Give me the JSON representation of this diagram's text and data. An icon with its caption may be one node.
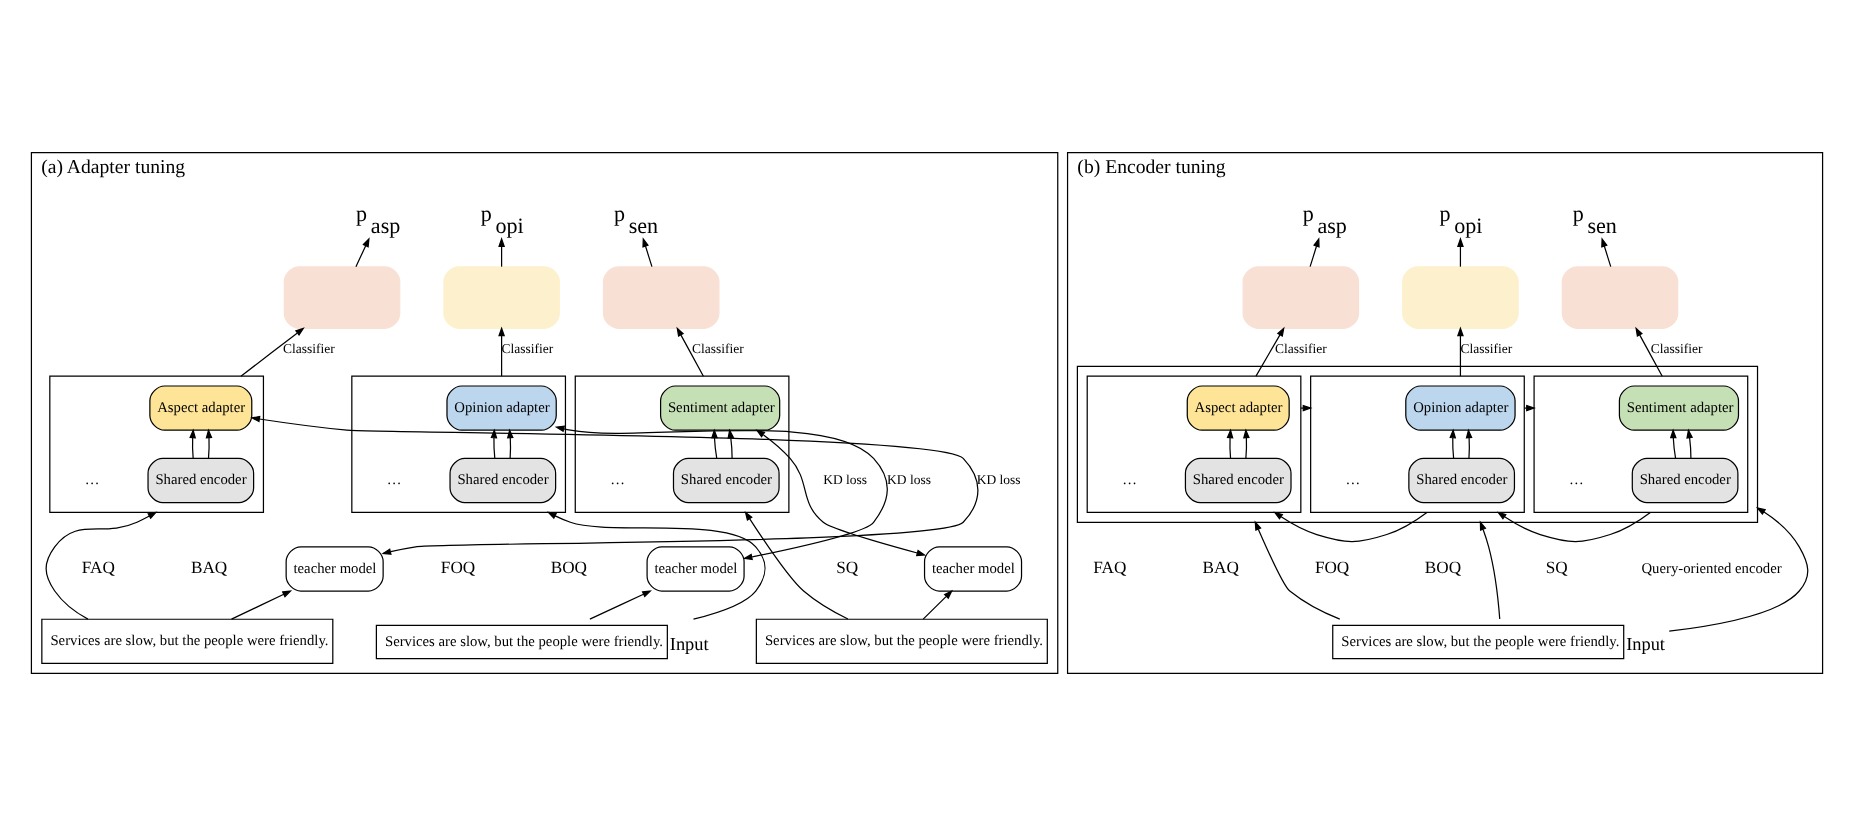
{
  "diagram": {
    "nodes": [
      {
        "text": [
          "(a) Adapter tuning"
        ]
      },
      {
        "text": [
          "p$_{asp}$"
        ],
        "in": 0
      },
      {
        "text": [],
        "shape": "box",
        "in": 0
      },
      {
        "text": [],
        "shape": "box",
        "in": 0
      },
      {
        "text": [
          "Aspect adapter"
        ],
        "in": 3
      },
      {
        "text": [
          "Shared encoder"
        ],
        "in": 3
      },
      {
        "text": [
          "teacher model"
        ],
        "in": 0
      },
      {
        "text": [
          "Services are slow, but the people were friendly."
        ],
        "in": 0
      },
      {
        "text": [
          "p$_{opi}$"
        ],
        "in": 0
      },
      {
        "text": [],
        "shape": "box",
        "in": 0
      },
      {
        "text": [],
        "shape": "box",
        "in": 0
      },
      {
        "text": [
          "Opinion adapter"
        ],
        "in": 10
      },
      {
        "text": [
          "Shared encoder"
        ],
        "in": 10
      },
      {
        "text": [
          "teacher model"
        ],
        "in": 0
      },
      {
        "text": [
          "Services are slow, but the people were friendly."
        ],
        "in": 0,
        "beside": [
          "Input"
        ]
      },
      {
        "text": [
          "p$_{sen}$"
        ],
        "in": 0
      },
      {
        "text": [],
        "shape": "box",
        "in": 0
      },
      {
        "text": [],
        "shape": "box",
        "in": 0
      },
      {
        "text": [
          "Sentiment adapter"
        ],
        "in": 17
      },
      {
        "text": [
          "Shared encoder"
        ],
        "in": 17
      },
      {
        "text": [
          "teacher model"
        ],
        "in": 0
      },
      {
        "text": [
          "Services are slow, but the people were friendly."
        ],
        "in": 0
      },
      {
        "text": [
          "(b) Encoder tuning"
        ]
      },
      {
        "text": [
          "p$_{asp}$"
        ],
        "in": 22
      },
      {
        "text": [
          "p$_{opi}$"
        ],
        "in": 22
      },
      {
        "text": [
          "p$_{sen}$"
        ],
        "in": 22
      },
      {
        "text": [],
        "shape": "box",
        "in": 22
      },
      {
        "text": [],
        "shape": "box",
        "in": 22
      },
      {
        "text": [],
        "shape": "box",
        "in": 22
      },
      {
        "text": [],
        "shape": "box",
        "in": 22
      },
      {
        "text": [],
        "shape": "box",
        "in": 29
      },
      {
        "text": [
          "Aspect adapter"
        ],
        "in": 30
      },
      {
        "text": [
          "Shared encoder"
        ],
        "in": 30
      },
      {
        "text": [],
        "shape": "box",
        "in": 29
      },
      {
        "text": [
          "Opinion adapter"
        ],
        "in": 33
      },
      {
        "text": [
          "Shared encoder"
        ],
        "in": 33
      },
      {
        "text": [],
        "shape": "box",
        "in": 29
      },
      {
        "text": [
          "Sentiment adapter"
        ],
        "in": 36
      },
      {
        "text": [
          "Shared encoder"
        ],
        "in": 36
      },
      {
        "text": [
          "Services are slow, but the people were friendly."
        ],
        "in": 22,
        "beside": [
          "Input"
        ]
      }
    ],
    "edges": [
      {
        "from": 7,
        "to": 3,
        "arrow": "to"
      },
      {
        "from": 7,
        "to": 6,
        "arrow": "to"
      },
      {
        "from": 5,
        "to": 4,
        "arrow": "to"
      },
      {
        "from": 5,
        "to": 4,
        "arrow": "to"
      },
      {
        "from": 4,
        "to": 6,
        "arrow": "both",
        "label": "KD loss"
      },
      {
        "from": 3,
        "to": 2,
        "arrow": "to",
        "label": "Classifier"
      },
      {
        "from": 2,
        "to": 1,
        "arrow": "to"
      },
      {
        "from": 14,
        "to": 10,
        "arrow": "to"
      },
      {
        "from": 14,
        "to": 13,
        "arrow": "to"
      },
      {
        "from": 12,
        "to": 11,
        "arrow": "to"
      },
      {
        "from": 12,
        "to": 11,
        "arrow": "to"
      },
      {
        "from": 11,
        "to": 13,
        "arrow": "both",
        "label": "KD loss"
      },
      {
        "from": 10,
        "to": 9,
        "arrow": "to",
        "label": "Classifier"
      },
      {
        "from": 9,
        "to": 8,
        "arrow": "to"
      },
      {
        "from": 21,
        "to": 17,
        "arrow": "to"
      },
      {
        "from": 21,
        "to": 20,
        "arrow": "to"
      },
      {
        "from": 19,
        "to": 18,
        "arrow": "to"
      },
      {
        "from": 19,
        "to": 18,
        "arrow": "to"
      },
      {
        "from": 18,
        "to": 20,
        "arrow": "both",
        "label": "KD loss"
      },
      {
        "from": 17,
        "to": 16,
        "arrow": "to",
        "label": "Classifier"
      },
      {
        "from": 16,
        "to": 15,
        "arrow": "to"
      },
      {
        "from": 39,
        "to": 29,
        "arrow": "to"
      },
      {
        "from": 39,
        "to": 29,
        "arrow": "to"
      },
      {
        "from": 39,
        "to": 29,
        "arrow": "to"
      },
      {
        "from": 32,
        "to": 31,
        "arrow": "to"
      },
      {
        "from": 32,
        "to": 31,
        "arrow": "to"
      },
      {
        "from": 35,
        "to": 34,
        "arrow": "to"
      },
      {
        "from": 35,
        "to": 34,
        "arrow": "to"
      },
      {
        "from": 38,
        "to": 37,
        "arrow": "to"
      },
      {
        "from": 38,
        "to": 37,
        "arrow": "to"
      },
      {
        "from": 30,
        "to": 33,
        "arrow": "to"
      },
      {
        "from": 33,
        "to": 36,
        "arrow": "to"
      },
      {
        "from": 33,
        "to": 30,
        "arrow": "to"
      },
      {
        "from": 36,
        "to": 33,
        "arrow": "to"
      },
      {
        "from": 30,
        "to": 26,
        "arrow": "to",
        "label": "Classifier"
      },
      {
        "from": 33,
        "to": 27,
        "arrow": "to",
        "label": "Classifier"
      },
      {
        "from": 36,
        "to": 28,
        "arrow": "to",
        "label": "Classifier"
      },
      {
        "from": 26,
        "to": 23,
        "arrow": "to"
      },
      {
        "from": 27,
        "to": 24,
        "arrow": "to"
      },
      {
        "from": 28,
        "to": 25,
        "arrow": "to"
      }
    ],
    "labels": [
      "…",
      "…",
      "…",
      "FAQ",
      "BAQ",
      "FOQ",
      "BOQ",
      "SQ",
      "…",
      "…",
      "…",
      "FAQ",
      "BAQ",
      "FOQ",
      "BOQ",
      "SQ",
      "Query-oriented encoder"
    ]
  }
}
